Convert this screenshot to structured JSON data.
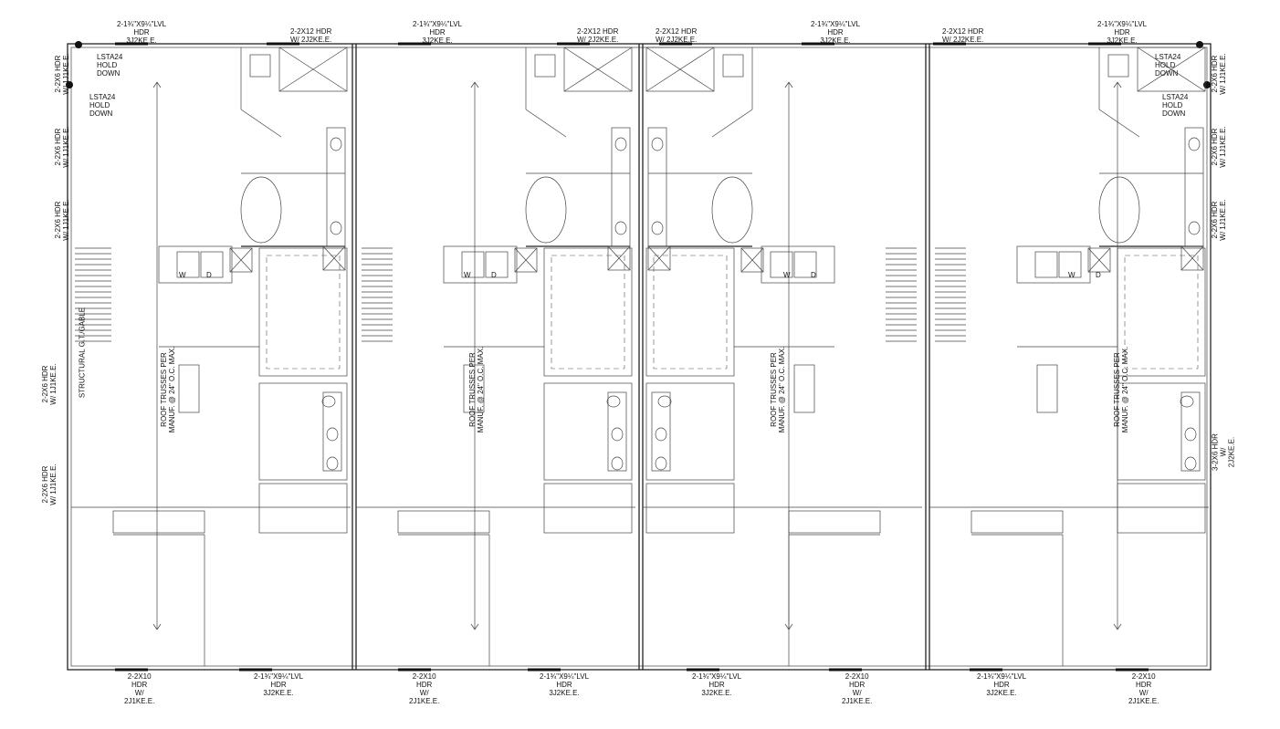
{
  "labels": {
    "lvl_hdr": [
      "2-1¾\"X9¼\"LVL",
      "HDR",
      "3J2KE.E."
    ],
    "hdr_2x12": [
      "2-2X12 HDR",
      "W/ 2J2KE.E."
    ],
    "hdr_2x10": [
      "2-2X10",
      "HDR",
      "W/",
      "2J1KE.E."
    ],
    "lvl_bottom": [
      "2-1¾\"X9¼\"LVL",
      "HDR",
      "3J2KE.E."
    ],
    "lsta": [
      "LSTA24",
      "HOLD",
      "DOWN"
    ],
    "hdr_2x6": [
      "2-2X6 HDR",
      "W/ 1J1KE.E."
    ],
    "hdr_3x6": [
      "3-2X6 HDR",
      "W/",
      "2J2KE.E."
    ],
    "structural_gable": "STRUCTURAL G.T./GABLE",
    "roof_trusses": [
      "ROOF TRUSSES PER",
      "MANUF. @ 24\" O.C. MAX."
    ],
    "washer": "W",
    "dryer": "D"
  },
  "colors": {
    "line": "#222222",
    "background": "#ffffff"
  }
}
